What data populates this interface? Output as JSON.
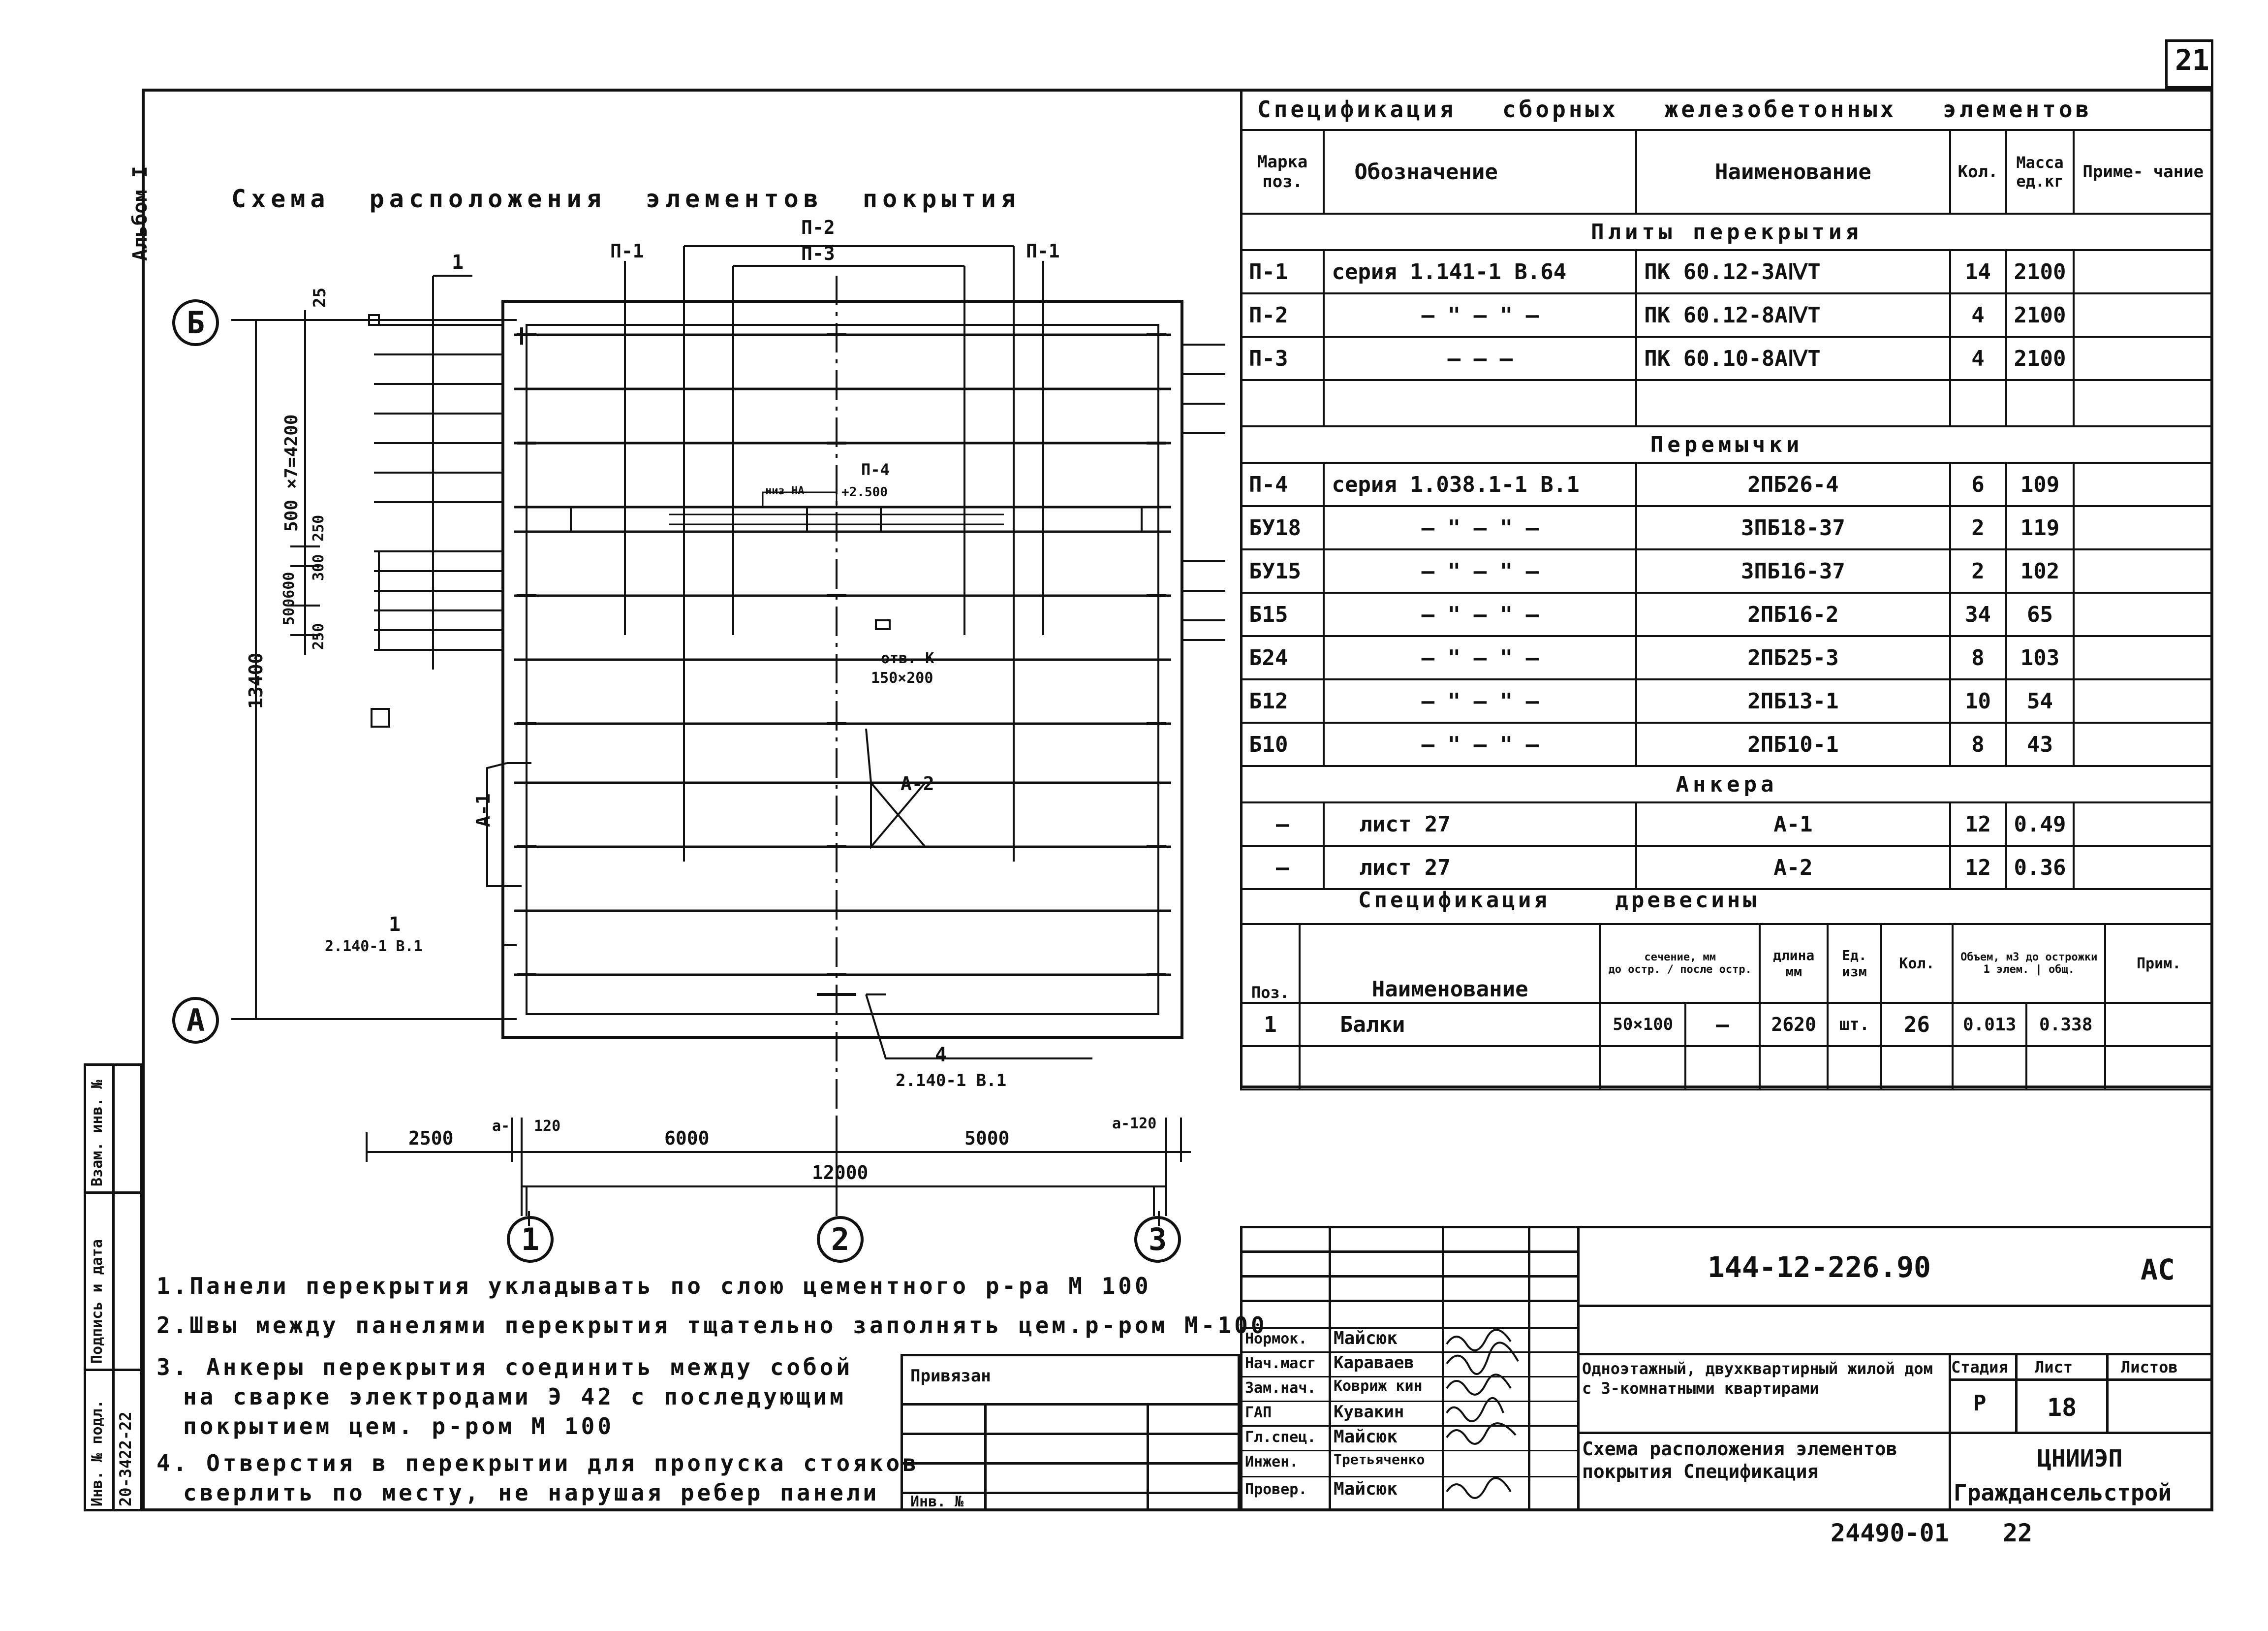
{
  "sheet_no": "21",
  "album": "Альбом I",
  "plan": {
    "title": "Схема расположения элементов покрытия",
    "labels": {
      "p1_left": "П-1",
      "p1_right": "П-1",
      "p2": "П-2",
      "p3": "П-3",
      "p4": "П-4",
      "leader_1_top": "1",
      "leader_1_mid": "1",
      "leader_1_mid_ref": "2.140-1 В.1",
      "leader_4": "4",
      "leader_4_ref": "2.140-1 В.1",
      "anchor_a1": "А-1",
      "anchor_a2": "А-2",
      "hole_label": "отв. К",
      "hole_size": "150×200",
      "mark_tag": "низ НА",
      "mark_level": "+2.500",
      "dim_25": "25",
      "dim_500x7": "500 ×7=4200",
      "dim_250a": "250",
      "dim_300": "300",
      "dim_500600": "500600",
      "dim_250b": "250",
      "dim_13400": "13400",
      "dim_2500": "2500",
      "dim_a_left": "а-",
      "dim_120": "120",
      "dim_6000": "6000",
      "dim_5000": "5000",
      "dim_a120": "а-120",
      "dim_12000": "12000"
    },
    "axes": {
      "b": "Б",
      "a": "А",
      "n1": "1",
      "n2": "2",
      "n3": "3"
    }
  },
  "notes": [
    "1.Панели перекрытия укладывать по слою цементного р-ра М 100",
    "2.Швы между панелями перекрытия тщательно заполнять цем.р-ром М-100",
    "3. Анкеры перекрытия соединить между собой",
    "на сварке электродами Э 42 с последующим",
    "покрытием цем. р-ром М 100",
    "4. Отверстия в перекрытии для пропуска стояков",
    "сверлить по месту, не нарушая ребер панели"
  ],
  "spec": {
    "title": "Спецификация сборных железобетонных элементов",
    "headers": {
      "mark": "Марка поз.",
      "designation": "Обозначение",
      "name": "Наименование",
      "qty": "Кол.",
      "mass": "Масса ед.кг",
      "note": "Приме- чание"
    },
    "section_slabs": "Плиты перекрытия",
    "slabs": [
      {
        "mark": "П-1",
        "designation": "серия 1.141-1 В.64",
        "name": "ПК 60.12-3АⅣТ",
        "qty": "14",
        "mass": "2100"
      },
      {
        "mark": "П-2",
        "designation": "— \" — \" —",
        "name": "ПК 60.12-8АⅣТ",
        "qty": "4",
        "mass": "2100"
      },
      {
        "mark": "П-3",
        "designation": "— — —",
        "name": "ПК 60.10-8АⅣТ",
        "qty": "4",
        "mass": "2100"
      }
    ],
    "section_lintels": "Перемычки",
    "lintels": [
      {
        "mark": "П-4",
        "designation": "серия 1.038.1-1 В.1",
        "name": "2ПБ26-4",
        "qty": "6",
        "mass": "109"
      },
      {
        "mark": "БУ18",
        "designation": "— \" — \" —",
        "name": "3ПБ18-37",
        "qty": "2",
        "mass": "119"
      },
      {
        "mark": "БУ15",
        "designation": "— \" — \" —",
        "name": "3ПБ16-37",
        "qty": "2",
        "mass": "102"
      },
      {
        "mark": "Б15",
        "designation": "— \" — \" —",
        "name": "2ПБ16-2",
        "qty": "34",
        "mass": "65"
      },
      {
        "mark": "Б24",
        "designation": "— \" — \" —",
        "name": "2ПБ25-3",
        "qty": "8",
        "mass": "103"
      },
      {
        "mark": "Б12",
        "designation": "— \" — \" —",
        "name": "2ПБ13-1",
        "qty": "10",
        "mass": "54"
      },
      {
        "mark": "Б10",
        "designation": "— \" — \" —",
        "name": "2ПБ10-1",
        "qty": "8",
        "mass": "43"
      }
    ],
    "section_anchors": "Анкера",
    "anchors": [
      {
        "mark": "—",
        "designation": "лист 27",
        "name": "А-1",
        "qty": "12",
        "mass": "0.49"
      },
      {
        "mark": "—",
        "designation": "лист 27",
        "name": "А-2",
        "qty": "12",
        "mass": "0.36"
      }
    ]
  },
  "wood": {
    "title": "Спецификация древесины",
    "headers": {
      "pos": "Поз.",
      "name": "Наименование",
      "section": "сечение, мм",
      "before": "до остр.",
      "after": "после остр.",
      "length": "длина",
      "length_unit": "мм",
      "unit": "Ед.",
      "unit2": "изм",
      "qty": "Кол.",
      "volume": "Объем, м3 до острожки",
      "v1": "1 элем.",
      "vtot": "общ.",
      "note": "Прим."
    },
    "rows": [
      {
        "pos": "1",
        "name": "Балки",
        "before": "50×100",
        "after": "—",
        "length": "2620",
        "unit": "шт.",
        "qty": "26",
        "v1": "0.013",
        "vtot": "0.338"
      }
    ]
  },
  "stamp": {
    "code": "144-12-226.90",
    "ac": "АС",
    "roles": [
      {
        "role": "Нормок.",
        "name": "Майсюк"
      },
      {
        "role": "Нач.масг",
        "name": "Караваев"
      },
      {
        "role": "Зам.нач.",
        "name": "Ковриж кин"
      },
      {
        "role": "ГАП",
        "name": "Кувакин"
      },
      {
        "role": "Гл.спец.",
        "name": "Майсюк"
      },
      {
        "role": "Инжен.",
        "name": "Третьяченко"
      },
      {
        "role": "Провер.",
        "name": "Майсюк"
      }
    ],
    "project": "Одноэтажный, двухквартирный жилой дом с 3-комнатными квартирами",
    "stage_h": "Стадия",
    "sheet_h": "Лист",
    "sheets_h": "Листов",
    "stage": "Р",
    "sheet": "18",
    "sheet_title": "Схема расположения элементов покрытия Спецификация",
    "org1": "ЦНИИЭП",
    "org2": "Граждансельстрой",
    "privyazan": "Привязан",
    "inv": "Инв. №",
    "bottom_code": "24490-01",
    "bottom_page": "22",
    "side": {
      "inv": "Инв. № подл.",
      "sign": "Подпись и дата",
      "vzam": "Взам. инв. №",
      "num": "20-3422-22"
    }
  }
}
